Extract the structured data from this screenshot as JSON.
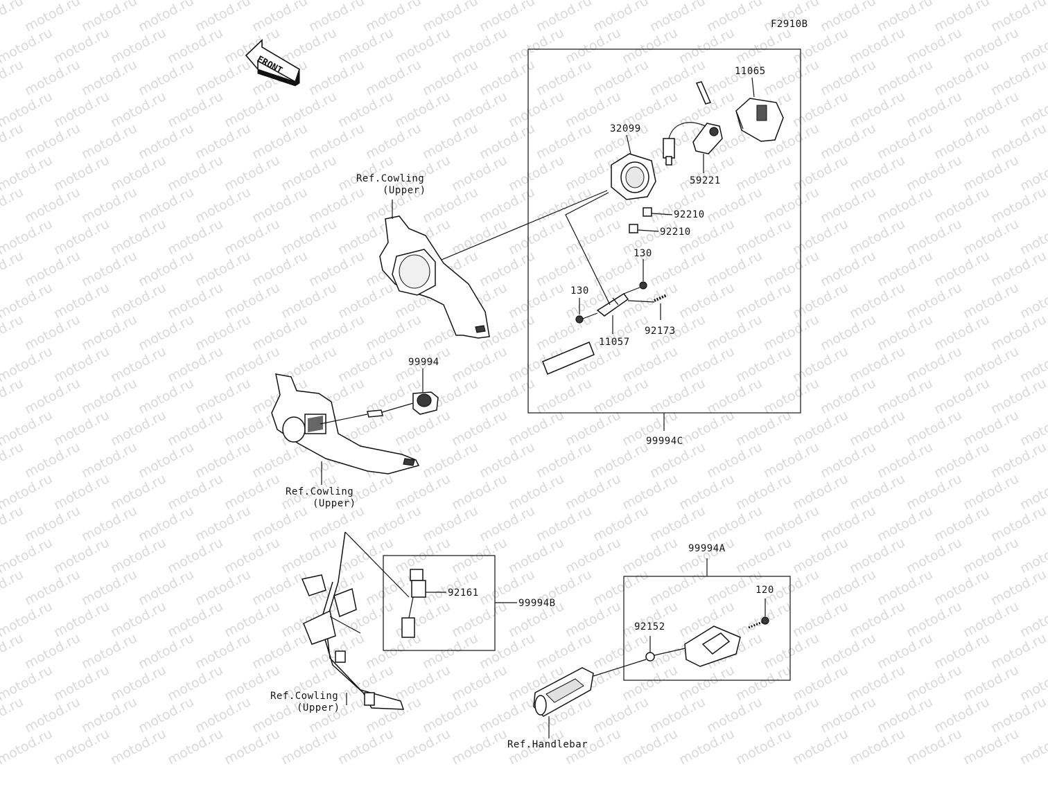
{
  "figure_code": "F2910B",
  "watermark": "motod.ru",
  "front_arrow": {
    "label": "FRONT",
    "icon": "front-direction-arrow-icon"
  },
  "callouts": {
    "p11065": "11065",
    "p32099": "32099",
    "p59221": "59221",
    "p92210a": "92210",
    "p92210b": "92210",
    "p130a": "130",
    "p130b": "130",
    "p11057": "11057",
    "p92173": "92173",
    "p99994": "99994",
    "p99994C": "99994C",
    "p99994A": "99994A",
    "p120": "120",
    "p92152": "92152",
    "p92161": "92161",
    "p99994B": "99994B"
  },
  "references": {
    "cowling_upper_1_line1": "Ref.Cowling",
    "cowling_upper_1_line2": "(Upper)",
    "cowling_upper_2_line1": "Ref.Cowling",
    "cowling_upper_2_line2": "(Upper)",
    "cowling_upper_3_line1": "Ref.Cowling",
    "cowling_upper_3_line2": "(Upper)",
    "handlebar": "Ref.Handlebar"
  }
}
